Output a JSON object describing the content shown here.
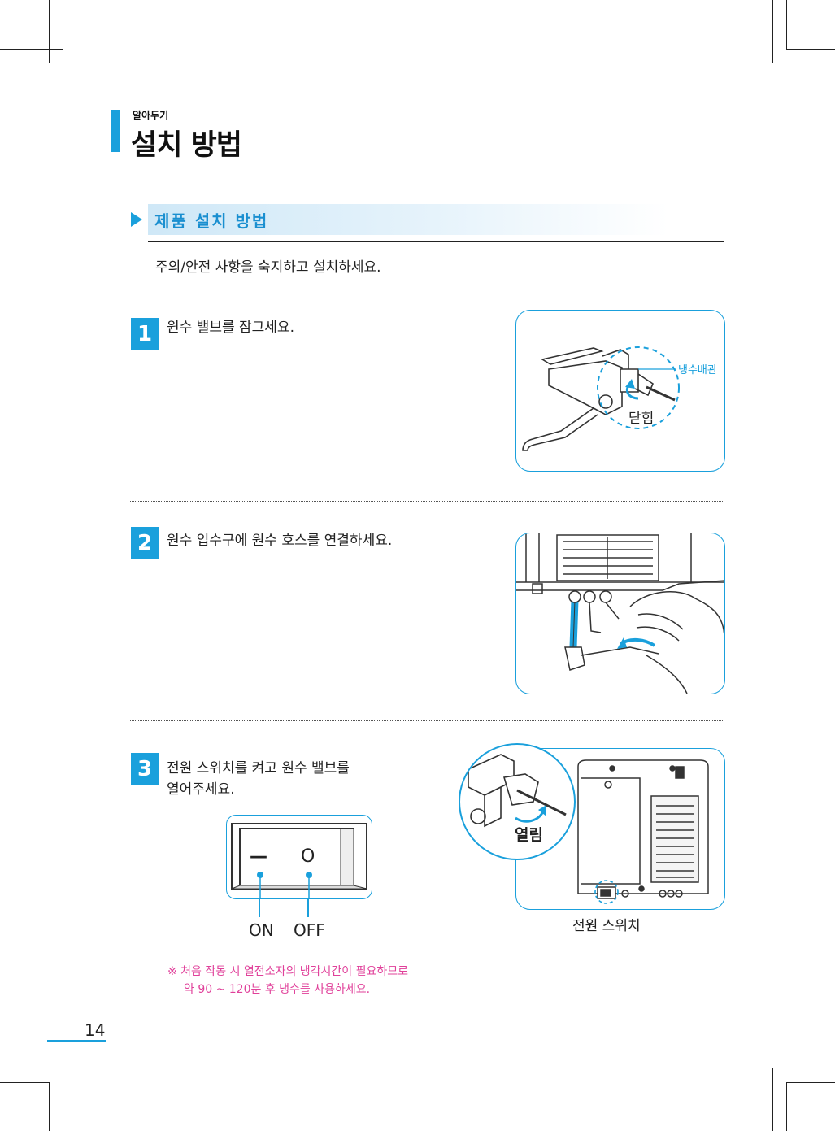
{
  "header": {
    "category": "알아두기",
    "title": "설치 방법"
  },
  "section": {
    "title": "제품 설치 방법",
    "intro": "주의/안전 사항을 숙지하고 설치하세요."
  },
  "steps": [
    {
      "number": "1",
      "text": "원수 밸브를 잠그세요."
    },
    {
      "number": "2",
      "text": "원수 입수구에 원수 호스를 연결하세요."
    },
    {
      "number": "3",
      "text_line1": "전원 스위치를 켜고 원수 밸브를",
      "text_line2": "열어주세요."
    }
  ],
  "figure1": {
    "pipe_label": "냉수배관",
    "close_label": "닫힘"
  },
  "figure3": {
    "open_label": "열림",
    "power_caption": "전원 스위치"
  },
  "switch": {
    "on_symbol": "—",
    "off_symbol": "O",
    "on_label": "ON",
    "off_label": "OFF"
  },
  "note": {
    "line1": "※ 처음 작동 시 열전소자의 냉각시간이 필요하므로",
    "line2": "약 90 ~ 120분 후 냉수를 사용하세요."
  },
  "page_number": "14",
  "colors": {
    "accent": "#1aa0dc",
    "note": "#e0409a"
  }
}
